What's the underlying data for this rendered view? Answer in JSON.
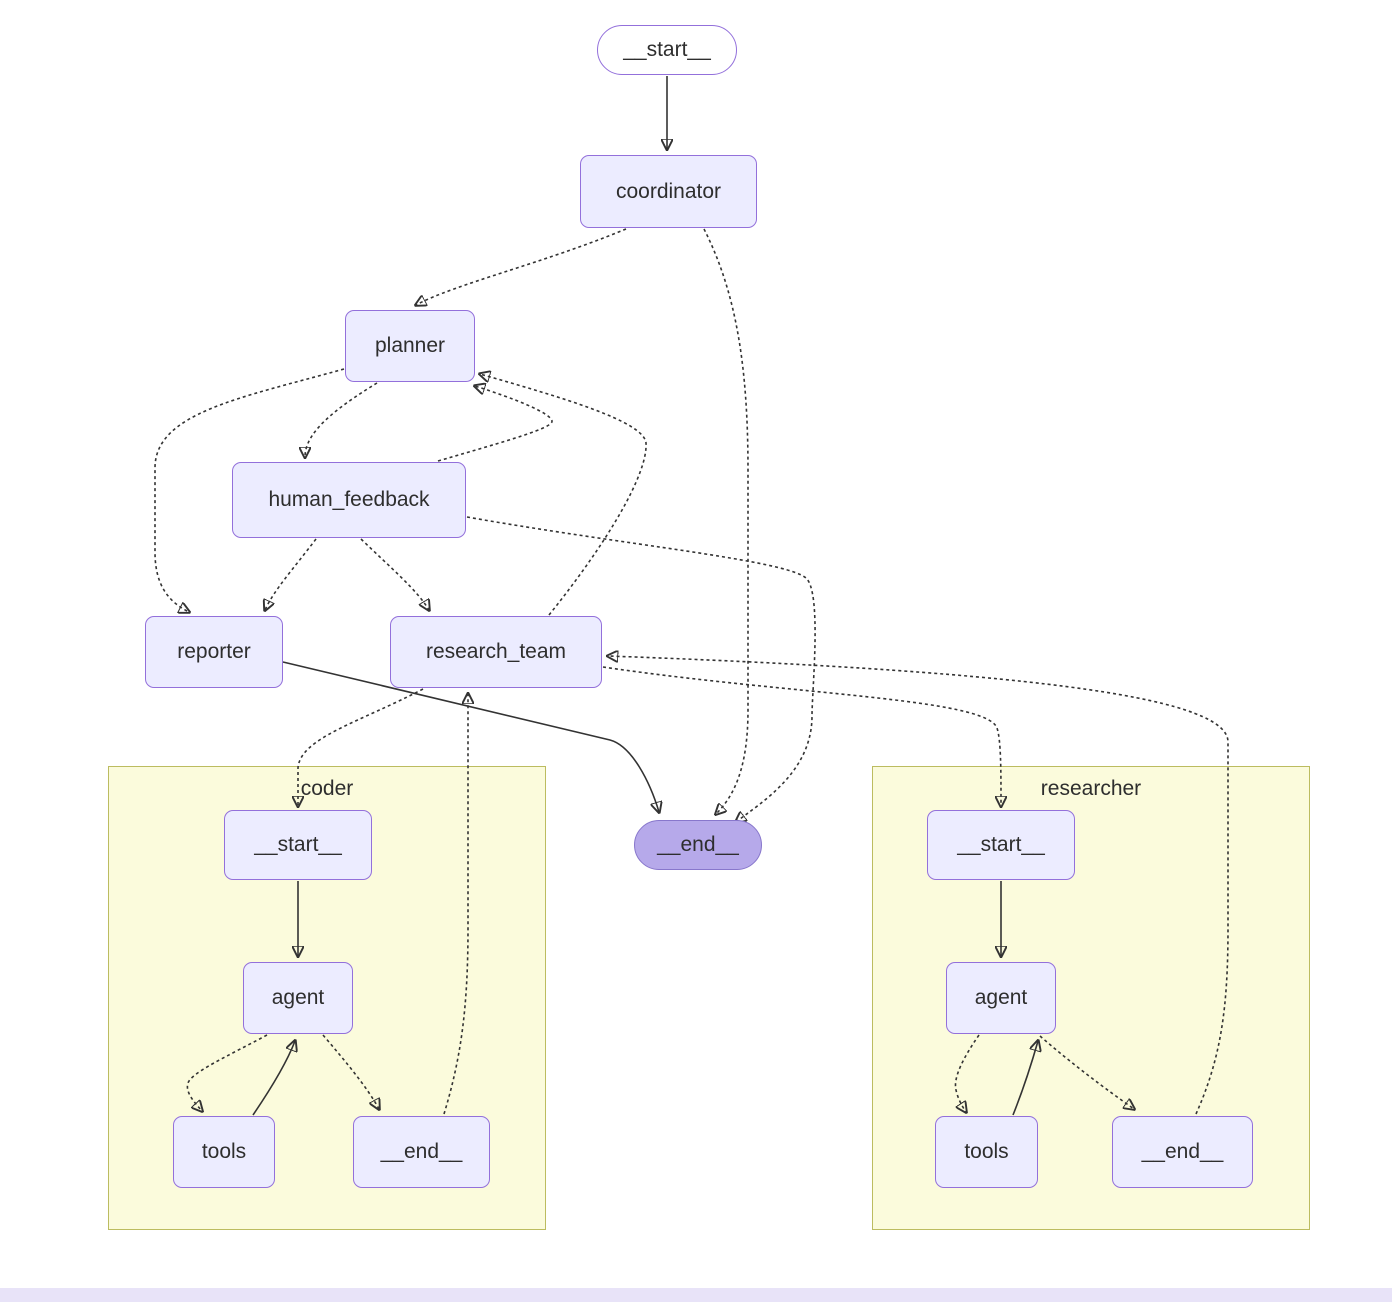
{
  "diagram": {
    "nodes": {
      "start": "__start__",
      "coordinator": "coordinator",
      "planner": "planner",
      "human_feedback": "human_feedback",
      "reporter": "reporter",
      "research_team": "research_team",
      "end": "__end__"
    },
    "subgraphs": {
      "coder": {
        "title": "coder",
        "nodes": {
          "start": "__start__",
          "agent": "agent",
          "tools": "tools",
          "end": "__end__"
        }
      },
      "researcher": {
        "title": "researcher",
        "nodes": {
          "start": "__start__",
          "agent": "agent",
          "tools": "tools",
          "end": "__end__"
        }
      }
    },
    "colors": {
      "node_fill": "#ececff",
      "node_border": "#9370db",
      "start_fill": "#ffffff",
      "end_fill": "#b6a9ea",
      "end_border": "#8877cc",
      "subgraph_fill": "#fbfbdc",
      "subgraph_border": "#bcbc60",
      "edge_color": "#333333",
      "text_color": "#2e2e2e",
      "footer_strip": "#e8e3f8"
    }
  }
}
